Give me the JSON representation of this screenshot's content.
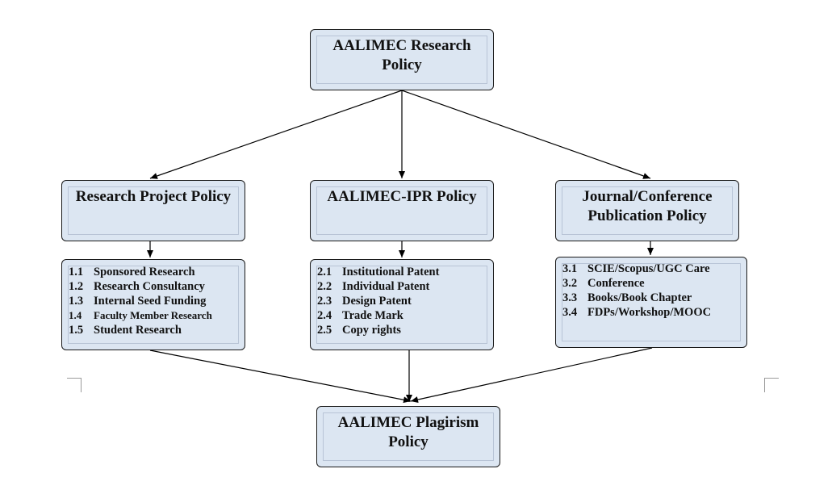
{
  "diagram": {
    "root": {
      "title": "AALIMEC Research Policy"
    },
    "branches": [
      {
        "title": "Research Project Policy",
        "items": [
          {
            "num": "1.1",
            "label": "Sponsored Research"
          },
          {
            "num": "1.2",
            "label": "Research Consultancy"
          },
          {
            "num": "1.3",
            "label": "Internal Seed Funding"
          },
          {
            "num": "1.4",
            "label": "Faculty Member Research"
          },
          {
            "num": "1.5",
            "label": "Student Research"
          }
        ]
      },
      {
        "title": "AALIMEC-IPR Policy",
        "items": [
          {
            "num": "2.1",
            "label": "Institutional Patent"
          },
          {
            "num": "2.2",
            "label": "Individual Patent"
          },
          {
            "num": "2.3",
            "label": "Design Patent"
          },
          {
            "num": "2.4",
            "label": "Trade Mark"
          },
          {
            "num": "2.5",
            "label": "Copy rights"
          }
        ]
      },
      {
        "title": "Journal/Conference Publication Policy",
        "items": [
          {
            "num": "3.1",
            "label": "SCIE/Scopus/UGC Care"
          },
          {
            "num": "3.2",
            "label": "Conference"
          },
          {
            "num": "3.3",
            "label": "Books/Book Chapter"
          },
          {
            "num": "3.4",
            "label": "FDPs/Workshop/MOOC"
          }
        ]
      }
    ],
    "sink": {
      "title": "AALIMEC Plagirism Policy"
    },
    "colors": {
      "box_fill": "#dce6f2",
      "border": "#1a1a1a",
      "inner_border": "#b8c4d6",
      "line": "#000000"
    }
  }
}
